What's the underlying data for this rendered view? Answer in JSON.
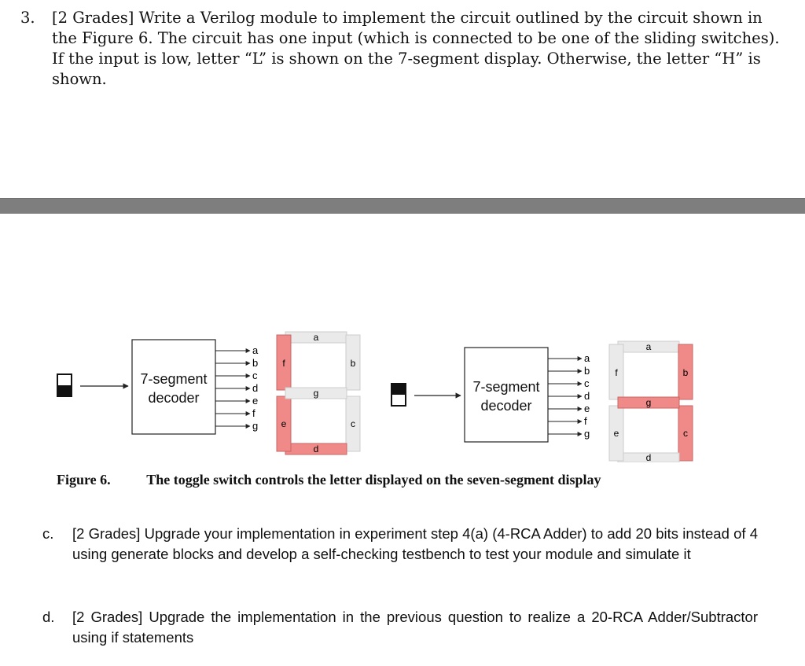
{
  "question3": {
    "number": "3.",
    "text": "[2 Grades] Write a Verilog module to implement the circuit outlined by the circuit shown in the Figure 6. The circuit has one input (which is connected to be one of the sliding switches). If the input is low, letter “L” is shown on the 7-segment display. Otherwise, the letter “H” is shown."
  },
  "figure": {
    "decoder_line1": "7-segment",
    "decoder_line2": "decoder",
    "outputs": [
      "a",
      "b",
      "c",
      "d",
      "e",
      "f",
      "g"
    ],
    "segment_labels": [
      "a",
      "b",
      "c",
      "d",
      "e",
      "f",
      "g"
    ],
    "colors": {
      "segment_on": "#f08a88",
      "segment_off": "#e8e8e8",
      "line": "#222222"
    },
    "caption_label": "Figure 6.",
    "caption_text": "The toggle switch controls the letter displayed on the seven-segment display"
  },
  "item_c": {
    "letter": "c.",
    "text": "[2 Grades] Upgrade your implementation in experiment step 4(a) (4-RCA Adder) to add 20 bits instead of 4 using generate blocks and develop a self-checking testbench to test your module and simulate it"
  },
  "item_d": {
    "letter": "d.",
    "text": "[2 Grades] Upgrade the implementation in the previous question to realize a 20-RCA Adder/Subtractor using if statements"
  }
}
